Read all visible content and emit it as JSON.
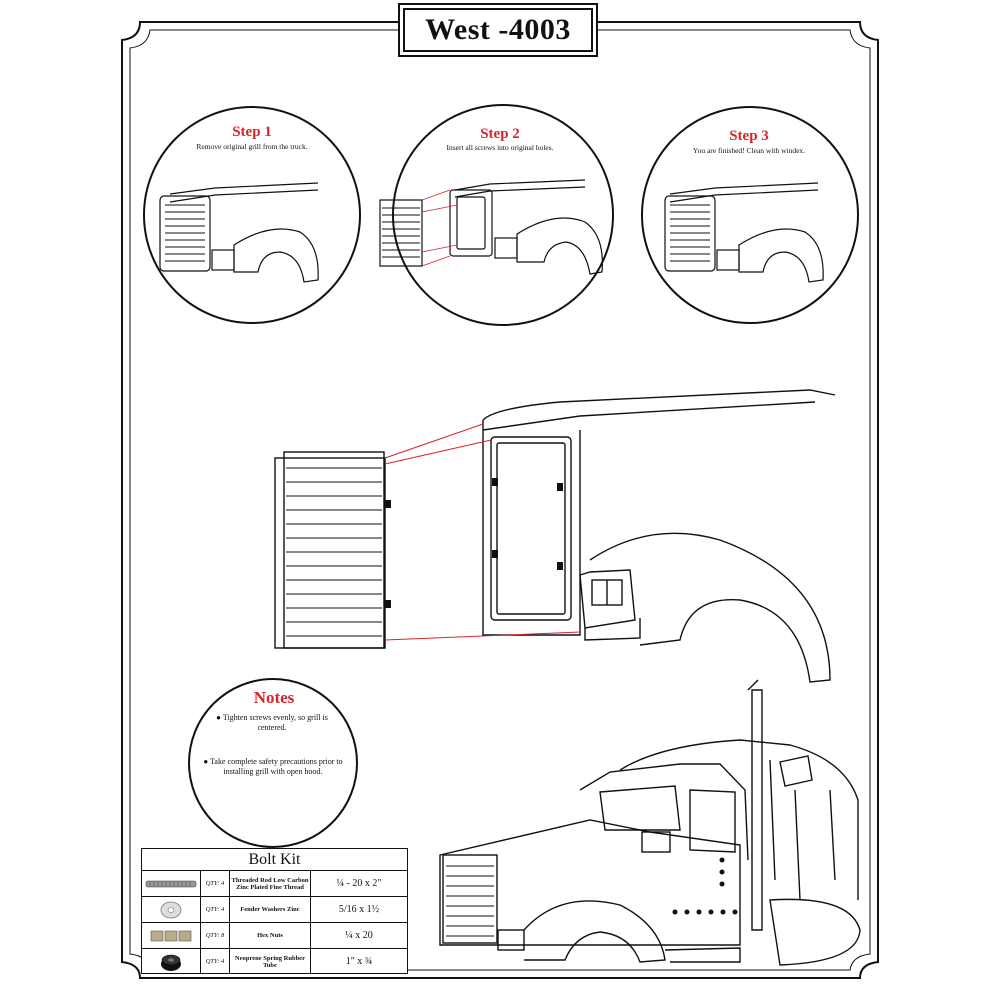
{
  "title": "West -4003",
  "steps": [
    {
      "label": "Step 1",
      "text": "Remove original grill from the truck."
    },
    {
      "label": "Step 2",
      "text": "Insert all screws into original holes."
    },
    {
      "label": "Step 3",
      "text": "You are finished! Clean with windex."
    }
  ],
  "notes": {
    "title": "Notes",
    "items": [
      "Tighten screws evenly, so grill is centered.",
      "Take complete safety precautions prior to installing grill with open hood."
    ]
  },
  "bolt_kit": {
    "title": "Bolt Kit",
    "rows": [
      {
        "qty": "QTY: 4",
        "desc": "Threaded Rod Low Carbon Zinc Plated Fine Thread",
        "size": "¼ - 20 x 2\"",
        "icon": "threaded-rod-icon"
      },
      {
        "qty": "QTY: 4",
        "desc": "Fender Washers Zinc",
        "size": "5/16 x 1½",
        "icon": "washer-icon"
      },
      {
        "qty": "QTY: 8",
        "desc": "Hex Nuts",
        "size": "¼ x 20",
        "icon": "hex-nut-icon"
      },
      {
        "qty": "QTY: 4",
        "desc": "Neoprene Spring Rubber Tube",
        "size": "1\" x ¾",
        "icon": "rubber-tube-icon"
      }
    ]
  },
  "colors": {
    "accent": "#d8232a",
    "line": "#111111"
  }
}
